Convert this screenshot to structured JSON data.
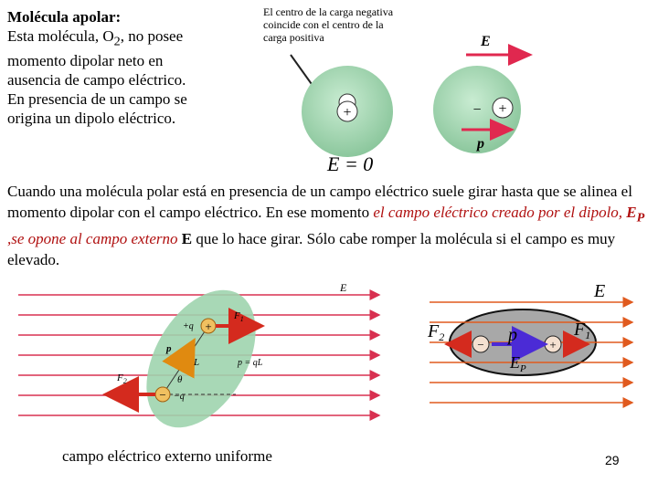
{
  "intro": {
    "title": "Molécula apolar:",
    "line1_a": "Esta molécula, O",
    "line1_sub": "2",
    "line1_b": ", no posee",
    "line2": "momento dipolar neto en",
    "line3": "ausencia de campo eléctrico.",
    "line4": "En presencia de un campo se",
    "line5": "origina un dipolo eléctrico."
  },
  "note": {
    "line1": "El centro de la carga negativa",
    "line2": "coincide con el centro de la",
    "line3": "carga positiva"
  },
  "top_figure": {
    "field_label": "E",
    "dipole_label": "p",
    "zero_field_label": "E = 0",
    "plus": "+",
    "minus": "−"
  },
  "paragraph": {
    "part1": "Cuando una molécula polar está en presencia de un campo eléctrico suele girar hasta que se alinea el momento dipolar con el campo eléctrico. En ese momento ",
    "part2_red": "el campo eléctrico creado por el dipolo, ",
    "ep_main": "E",
    "ep_sub": "P",
    "part3_red": " ,se opone al campo externo ",
    "part4": "E",
    "part5": " que lo hace girar. Sólo cabe romper la molécula si el campo es muy elevado."
  },
  "left_figure": {
    "field_label": "E",
    "f1_label": "F",
    "f1_sub": "1",
    "f2_label": "F",
    "f2_sub": "2",
    "plus_q": "+q",
    "minus_q": "−q",
    "p_label": "p",
    "L_label": "L",
    "theta": "θ",
    "p_eq": "p = qL",
    "plus": "+",
    "minus": "−"
  },
  "right_figure": {
    "field_label": "E",
    "f1_label": "F",
    "f1_sub": "1",
    "f2_label": "F",
    "f2_sub": "2",
    "p_label": "p",
    "ep_label": "E",
    "ep_sub": "P",
    "plus": "+",
    "minus": "−"
  },
  "caption": "campo eléctrico externo uniforme",
  "page_number": "29",
  "colors": {
    "field_arrow": "#e0284f",
    "molecule_fill": "#9fd4ae",
    "ellipse_fill": "#a8a8a8",
    "dipole_arrow": "#4b2bd6",
    "force_arrow": "#d42a1e",
    "paragraph_red": "#b01010",
    "field_lines_right": "#e05a1e"
  }
}
